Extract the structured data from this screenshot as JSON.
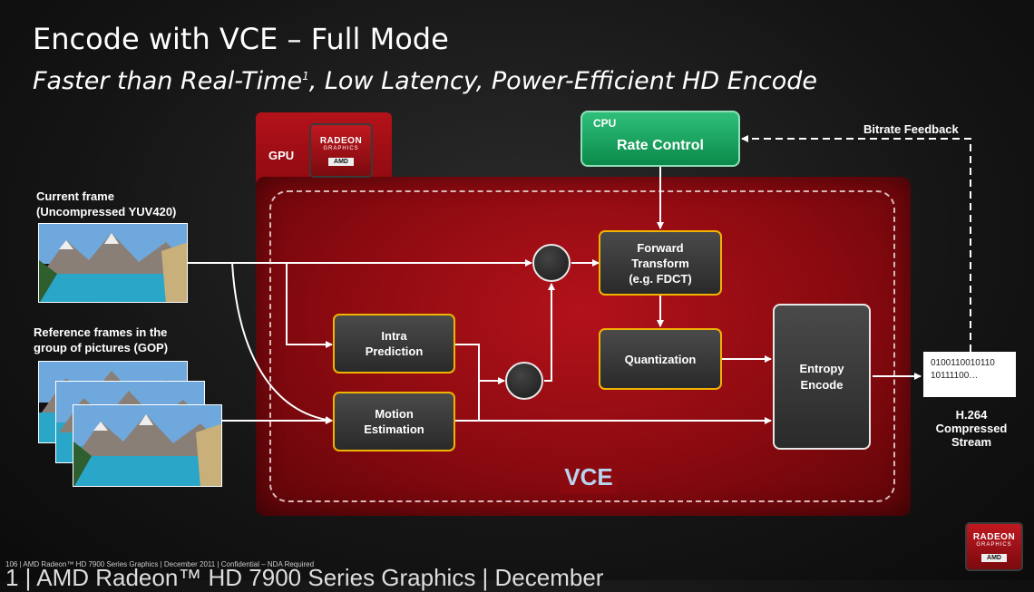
{
  "slide": {
    "title": "Encode with VCE – Full Mode",
    "subtitle": "Faster than Real-Time",
    "subtitle_sup": "1",
    "subtitle_rest": ", Low Latency, Power-Efficient  HD Encode"
  },
  "inputs": {
    "current_frame_label_1": "Current frame",
    "current_frame_label_2": "(Uncompressed YUV420)",
    "reference_label_1": "Reference frames in the",
    "reference_label_2": "group of pictures (GOP)"
  },
  "gpu": {
    "label": "GPU",
    "badge_brand": "RADEON",
    "badge_sub": "GRAPHICS",
    "badge_vendor": "AMD"
  },
  "cpu": {
    "label": "CPU",
    "rate_control": "Rate Control"
  },
  "feedback_label": "Bitrate Feedback",
  "blocks": {
    "forward_transform_1": "Forward",
    "forward_transform_2": "Transform",
    "forward_transform_3": "(e.g. FDCT)",
    "quantization": "Quantization",
    "intra_1": "Intra",
    "intra_2": "Prediction",
    "motion_1": "Motion",
    "motion_2": "Estimation",
    "entropy_1": "Entropy",
    "entropy_2": "Encode",
    "vce": "VCE"
  },
  "output": {
    "bits_1": "0100110010110",
    "bits_2": "10111100…",
    "label_1": "H.264",
    "label_2": "Compressed",
    "label_3": "Stream"
  },
  "footer": {
    "small": "106  |  AMD Radeon™ HD 7900 Series Graphics  |  December 2011  |  Confidential – NDA Required",
    "big": "1 | AMD Radeon™ HD 7900 Series Graphics  |  December"
  },
  "colors": {
    "gpu_red": "#9e0d14",
    "block_border": "#f0b400",
    "cpu_green": "#1aa862",
    "vce_text": "#b8d4f0"
  },
  "icons": [
    "radeon-badge-icon",
    "landscape-image-icon"
  ]
}
